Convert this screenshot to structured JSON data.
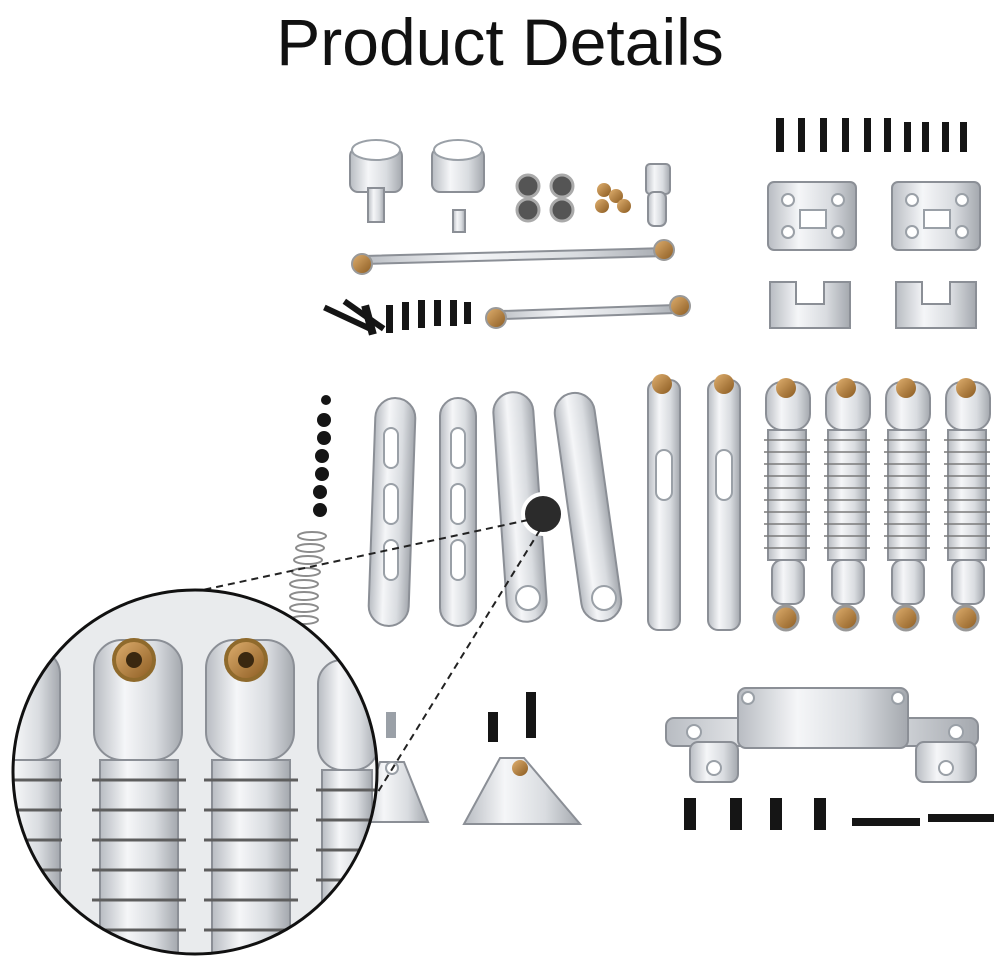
{
  "header": {
    "title": "Product Details"
  },
  "colors": {
    "background": "#ffffff",
    "metal_light": "#f2f3f5",
    "metal_dark": "#a9adb3",
    "screw": "#151515",
    "brass": "#c08a3e"
  },
  "icons": {
    "zoom_callout": "magnifier-circle",
    "focus_dot": "zoom-focus-dot"
  }
}
